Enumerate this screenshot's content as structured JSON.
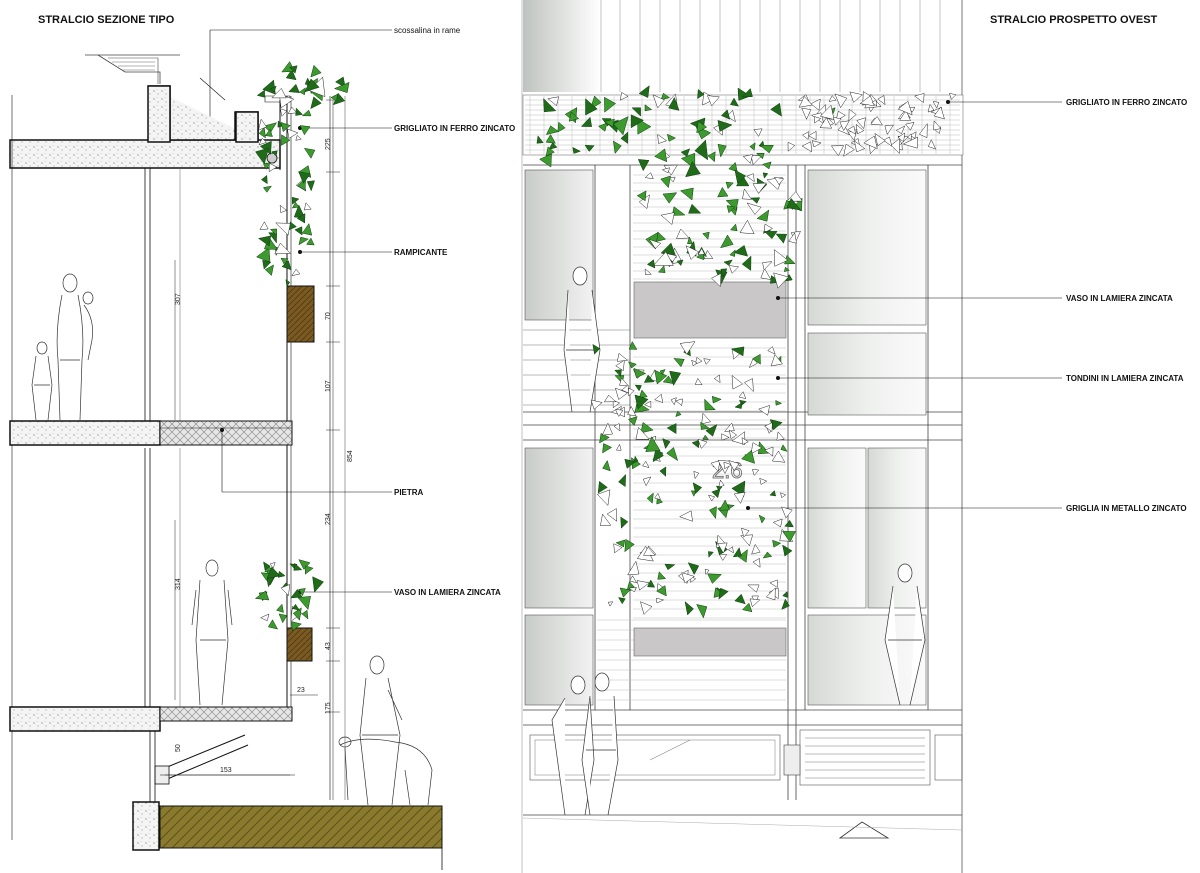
{
  "titles": {
    "section": "STRALCIO SEZIONE TIPO",
    "elevation": "STRALCIO PROSPETTO OVEST"
  },
  "section_labels": {
    "scossalina": "scossalina in rame",
    "grigliato": "GRIGLIATO IN FERRO ZINCATO",
    "rampicante": "RAMPICANTE",
    "pietra": "PIETRA",
    "vaso": "VASO IN LAMIERA ZINCATA"
  },
  "elevation_labels": {
    "grigliato": "GRIGLIATO IN FERRO ZINCATO",
    "vaso": "VASO IN LAMIERA ZINCATA",
    "tondini": "TONDINI IN LAMIERA ZINCATA",
    "griglia": "GRIGLIA IN METALLO ZINCATO"
  },
  "dimensions": {
    "d225": "225",
    "d307": "307",
    "d70": "70",
    "d107": "107",
    "d854": "854",
    "d234": "234",
    "d314": "314",
    "d43": "43",
    "d23": "23",
    "d175": "175",
    "d50": "50",
    "d153": "153"
  },
  "facade_number": "2.6",
  "colors": {
    "foliage": "#3c9a2e",
    "foliage_dark": "#1f6b1a",
    "planter": "#7a5a22",
    "soil": "#8a7a2e",
    "slab_gray": "#cfcfcf",
    "panel_gray": "#c9c7c7"
  }
}
